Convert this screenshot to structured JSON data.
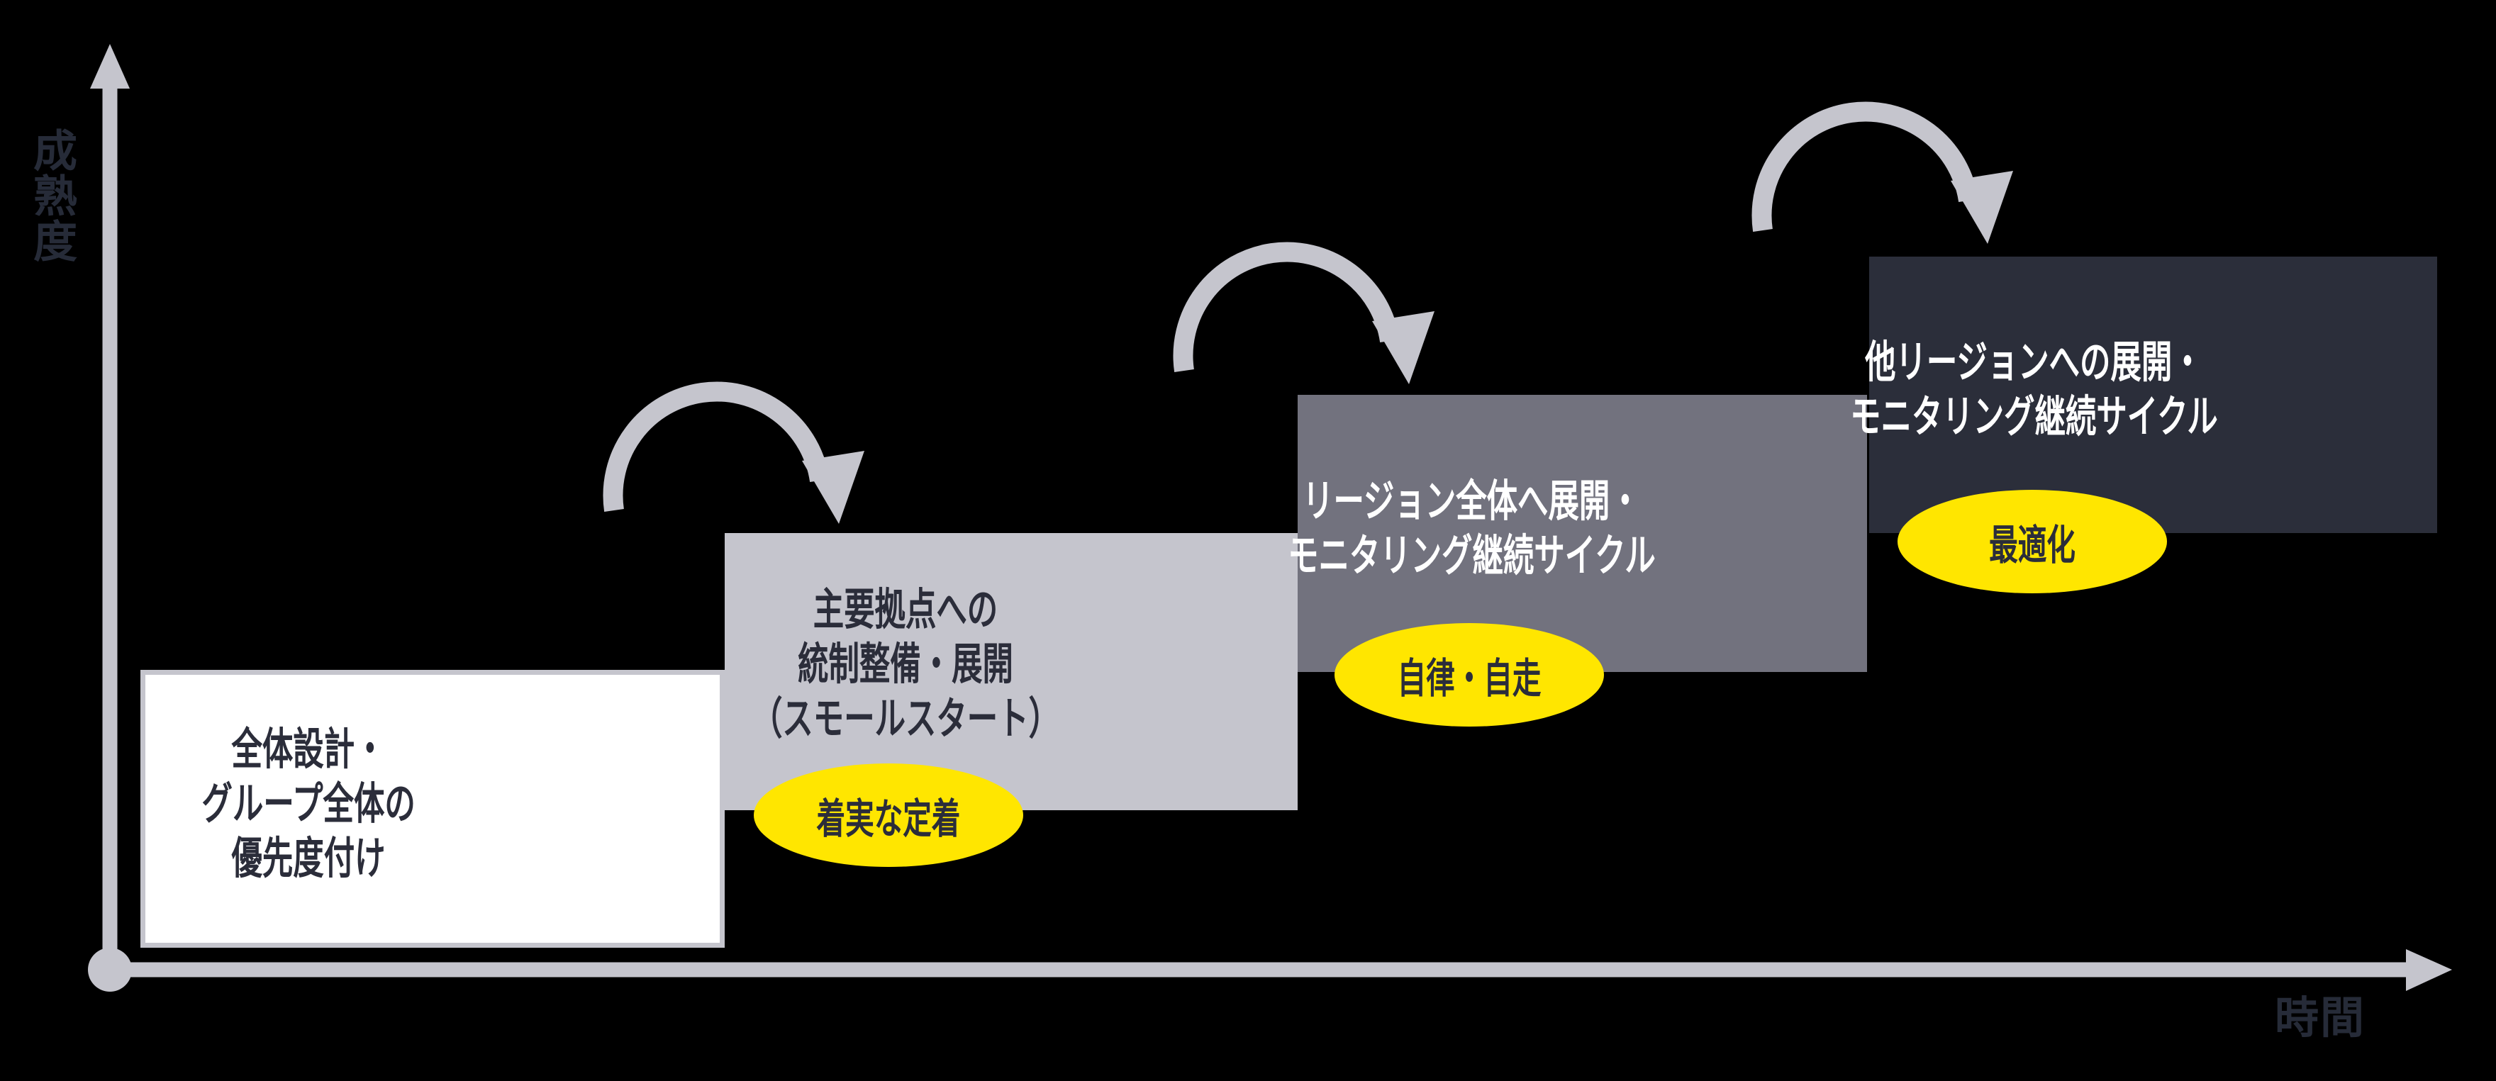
{
  "canvas": {
    "background_color": "#000000"
  },
  "axes": {
    "y_label": "成熟度",
    "x_label": "時間",
    "axis_color": "#C5C5CD",
    "label_color": "#262B38"
  },
  "arrows": {
    "color": "#C5C5CD",
    "count": 3,
    "meaning": "cycle-step-up"
  },
  "stages": [
    {
      "lines": [
        "全体設計・",
        "グループ全体の",
        "優先度付け"
      ],
      "box_color": "#FFFFFF",
      "border_color": "#C5C5CD",
      "text_color": "#2B2D3A"
    },
    {
      "lines": [
        "主要拠点への",
        "統制整備・展開",
        "（スモールスタート）"
      ],
      "box_color": "#C5C5CD",
      "text_color": "#2B2D3A",
      "badge": {
        "label": "着実な定着",
        "fill_color": "#FFE600",
        "text_color": "#2B2D3A"
      }
    },
    {
      "lines": [
        "リージョン全体へ展開・",
        "モニタリング継続サイクル"
      ],
      "box_color": "#72727E",
      "text_color": "#FFFFFF",
      "badge": {
        "label": "自律・自走",
        "fill_color": "#FFE600",
        "text_color": "#2B2D3A"
      }
    },
    {
      "lines": [
        "他リージョンへの展開・",
        "モニタリング継続サイクル"
      ],
      "box_color": "#2B2E3A",
      "text_color": "#FFFFFF",
      "badge": {
        "label": "最適化",
        "fill_color": "#FFE600",
        "text_color": "#2B2D3A"
      }
    }
  ]
}
